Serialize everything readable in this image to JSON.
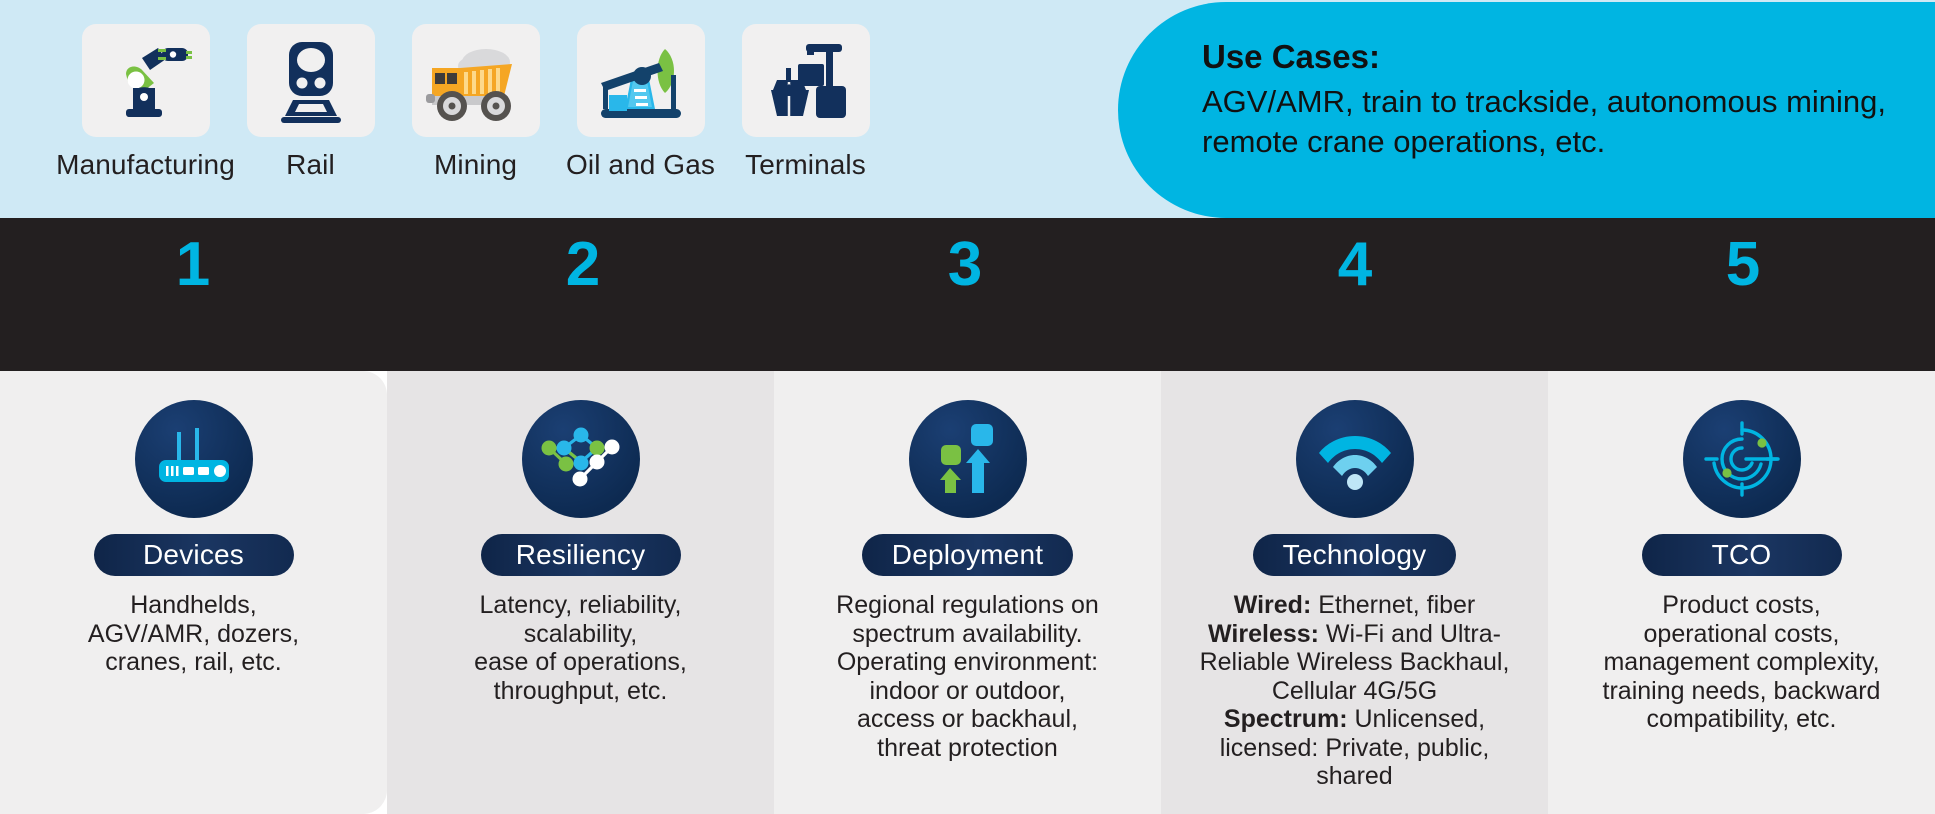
{
  "top": {
    "industries": [
      {
        "label": "Manufacturing",
        "icon": "robot-arm-icon"
      },
      {
        "label": "Rail",
        "icon": "train-icon"
      },
      {
        "label": "Mining",
        "icon": "dump-truck-icon"
      },
      {
        "label": "Oil and Gas",
        "icon": "oil-pumpjack-icon"
      },
      {
        "label": "Terminals",
        "icon": "port-crane-ship-icon"
      }
    ],
    "use_cases": {
      "title": "Use Cases:",
      "body": "AGV/AMR, train to trackside, autonomous mining, remote crane operations, etc."
    }
  },
  "numbers": [
    "1",
    "2",
    "3",
    "4",
    "5"
  ],
  "cards": [
    {
      "number": "1",
      "title": "Devices",
      "icon": "router-icon",
      "description": "Handhelds,\nAGV/AMR, dozers,\ncranes, rail, etc.",
      "lines": [
        "Handhelds,",
        "AGV/AMR, dozers,",
        "cranes, rail, etc."
      ]
    },
    {
      "number": "2",
      "title": "Resiliency",
      "icon": "network-mesh-icon",
      "description": "Latency, reliability, scalability,\nease of operations,\nthroughput, etc.",
      "lines": [
        "Latency, reliability,",
        "scalability,",
        "ease of operations,",
        "throughput, etc."
      ]
    },
    {
      "number": "3",
      "title": "Deployment",
      "icon": "up-arrows-icon",
      "description": "Regional regulations on spectrum availability. Operating environment: indoor or outdoor, access or backhaul, threat protection",
      "lines": [
        "Regional regulations on",
        "spectrum availability.",
        "Operating environment:",
        "indoor or outdoor,",
        "access or backhaul,",
        "threat protection"
      ]
    },
    {
      "number": "4",
      "title": "Technology",
      "icon": "wifi-icon",
      "description": "Wired: Ethernet, fiber Wireless: Wi-Fi and Ultra-Reliable Wireless Backhaul, Cellular 4G/5G Spectrum: Unlicensed, licensed: Private, public, shared",
      "rich": [
        {
          "bold": "Wired:",
          "text": " Ethernet, fiber"
        },
        {
          "bold": "Wireless:",
          "text": " Wi-Fi and Ultra-Reliable Wireless Backhaul, Cellular 4G/5G"
        },
        {
          "bold": "Spectrum:",
          "text": " Unlicensed, licensed: Private, public, shared"
        }
      ]
    },
    {
      "number": "5",
      "title": "TCO",
      "icon": "target-arcs-icon",
      "description": "Product costs, operational costs, management complexity, training needs, backward compatibility, etc.",
      "lines": [
        "Product costs,",
        "operational costs,",
        "management complexity,",
        "training needs, backward",
        "compatibility, etc."
      ]
    }
  ],
  "colors": {
    "top_band": "#cfe9f5",
    "cyan": "#00b5e2",
    "dark_band": "#231f20",
    "navy": "#11305c",
    "pill_navy": "#152d55",
    "green": "#7ac143",
    "card_light": "#f0efef",
    "card_dark": "#e6e4e5"
  }
}
